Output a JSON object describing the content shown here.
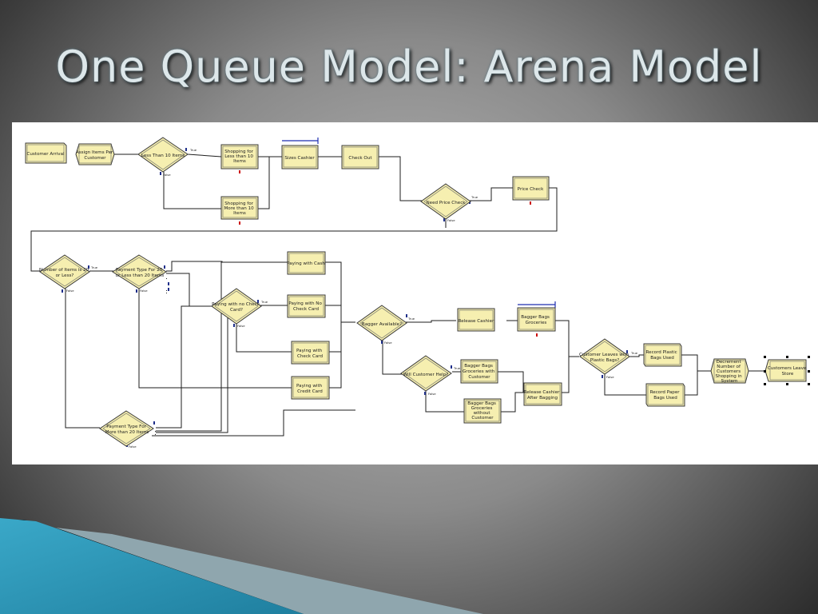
{
  "slide": {
    "title": "One Queue Model: Arena Model"
  },
  "branch": {
    "true": "True",
    "false": "False"
  },
  "modules": {
    "customer_arrival": [
      "Customer Arrival"
    ],
    "assign_items": [
      "Assign Items Per",
      "Customer"
    ],
    "less_than_10": [
      "Less Than 10 Items"
    ],
    "shop_less_10": [
      "Shopping for",
      "Less than 10",
      "Items"
    ],
    "shop_more_10": [
      "Shopping for",
      "More than 10",
      "Items"
    ],
    "sizes_cashier": [
      "Sizes Cashier"
    ],
    "check_out": [
      "Check Out"
    ],
    "need_price_check": [
      "Need Price Check"
    ],
    "price_check": [
      "Price Check"
    ],
    "items_20_or_less": [
      "Number of Items is 20",
      "or Less?"
    ],
    "payment_less_20": [
      "Payment Type For 20",
      "or Less than 20 Items"
    ],
    "paying_cash": [
      "Paying with Cash"
    ],
    "paying_no_check_card_dec": [
      "Paying with no Check",
      "Card?"
    ],
    "paying_no_check_card": [
      "Paying with No",
      "Check Card"
    ],
    "paying_check_card": [
      "Paying with",
      "Check Card"
    ],
    "paying_credit_card": [
      "Paying with",
      "Credit Card"
    ],
    "payment_more_20": [
      "Payment Type For",
      "More than 20 Items"
    ],
    "bagger_available": [
      "Bagger Available?"
    ],
    "release_cashier": [
      "Release Cashier"
    ],
    "bagger_bags": [
      "Bagger Bags",
      "Groceries"
    ],
    "will_customer_help": [
      "Will Customer Help?"
    ],
    "bagger_with_customer": [
      "Bagger Bags",
      "Groceries with",
      "Customer"
    ],
    "bagger_without_customer": [
      "Bagger Bags",
      "Groceries",
      "without",
      "Customer"
    ],
    "release_after_bagging": [
      "Release Cashier",
      "After Bagging"
    ],
    "leave_plastic": [
      "Customer Leaves with",
      "Plastic Bags?"
    ],
    "record_plastic": [
      "Record Plastic",
      "Bags Used"
    ],
    "record_paper": [
      "Record Paper",
      "Bags Used"
    ],
    "decrement_shopping": [
      "Decrement",
      "Number of",
      "Customers",
      "Shopping in",
      "System"
    ],
    "customers_leave": [
      "Customers Leave",
      "Store"
    ]
  }
}
